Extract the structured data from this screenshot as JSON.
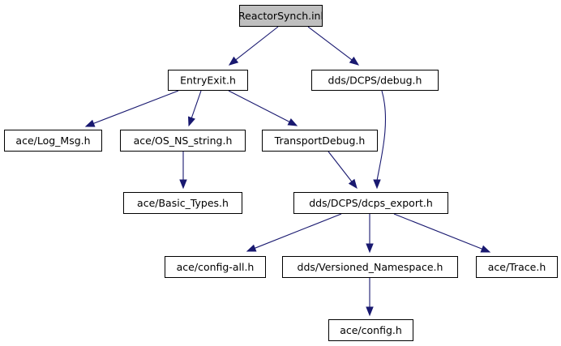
{
  "diagram": {
    "colors": {
      "edge": "#191970",
      "root_fill": "#bfbfbf",
      "node_fill": "#ffffff",
      "node_border": "#000000",
      "unresolved_border": "#bfbfbf"
    },
    "nodes": [
      {
        "id": "reactorsynch",
        "label": "ReactorSynch.inl",
        "kind": "root"
      },
      {
        "id": "entryexit",
        "label": "EntryExit.h",
        "kind": "normal"
      },
      {
        "id": "debug",
        "label": "dds/DCPS/debug.h",
        "kind": "normal"
      },
      {
        "id": "logmsg",
        "label": "ace/Log_Msg.h",
        "kind": "normal"
      },
      {
        "id": "osnsstring",
        "label": "ace/OS_NS_string.h",
        "kind": "normal"
      },
      {
        "id": "transportdebug",
        "label": "TransportDebug.h",
        "kind": "normal"
      },
      {
        "id": "basictypes",
        "label": "ace/Basic_Types.h",
        "kind": "normal"
      },
      {
        "id": "dcpsexport",
        "label": "dds/DCPS/dcps_export.h",
        "kind": "normal"
      },
      {
        "id": "configall",
        "label": "ace/config-all.h",
        "kind": "normal"
      },
      {
        "id": "versioned",
        "label": "dds/Versioned_Namespace.h",
        "kind": "normal"
      },
      {
        "id": "trace",
        "label": "ace/Trace.h",
        "kind": "normal"
      },
      {
        "id": "config",
        "label": "ace/config.h",
        "kind": "unresolved"
      }
    ],
    "edges": [
      {
        "from": "reactorsynch",
        "to": "entryexit"
      },
      {
        "from": "reactorsynch",
        "to": "debug"
      },
      {
        "from": "entryexit",
        "to": "logmsg"
      },
      {
        "from": "entryexit",
        "to": "osnsstring"
      },
      {
        "from": "entryexit",
        "to": "transportdebug"
      },
      {
        "from": "osnsstring",
        "to": "basictypes"
      },
      {
        "from": "transportdebug",
        "to": "dcpsexport"
      },
      {
        "from": "debug",
        "to": "dcpsexport"
      },
      {
        "from": "dcpsexport",
        "to": "configall"
      },
      {
        "from": "dcpsexport",
        "to": "versioned"
      },
      {
        "from": "dcpsexport",
        "to": "trace"
      },
      {
        "from": "versioned",
        "to": "config"
      }
    ]
  }
}
